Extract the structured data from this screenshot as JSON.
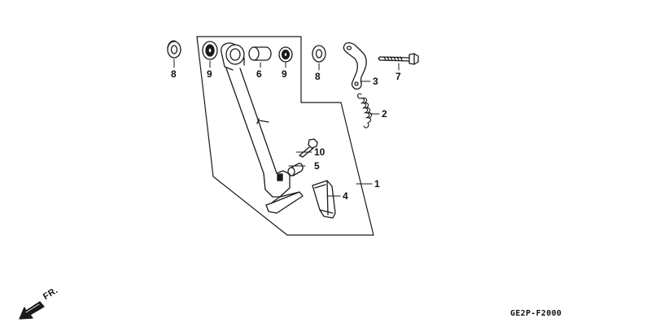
{
  "diagram": {
    "code": "GE2P-F2000",
    "direction_label": "FR.",
    "parts": [
      {
        "id": "p8a",
        "label": "8",
        "name": "washer"
      },
      {
        "id": "p9a",
        "label": "9",
        "name": "bushing"
      },
      {
        "id": "p6",
        "label": "6",
        "name": "collar"
      },
      {
        "id": "p9b",
        "label": "9",
        "name": "bushing"
      },
      {
        "id": "p8b",
        "label": "8",
        "name": "washer"
      },
      {
        "id": "p3",
        "label": "3",
        "name": "bracket"
      },
      {
        "id": "p7",
        "label": "7",
        "name": "bolt"
      },
      {
        "id": "p2",
        "label": "2",
        "name": "spring"
      },
      {
        "id": "p10",
        "label": "10",
        "name": "bolt"
      },
      {
        "id": "p5",
        "label": "5",
        "name": "collar"
      },
      {
        "id": "p4",
        "label": "4",
        "name": "rubber-pad"
      },
      {
        "id": "p1",
        "label": "1",
        "name": "side-stand"
      }
    ]
  },
  "colors": {
    "line": "#1a1a1a",
    "background": "#ffffff"
  }
}
